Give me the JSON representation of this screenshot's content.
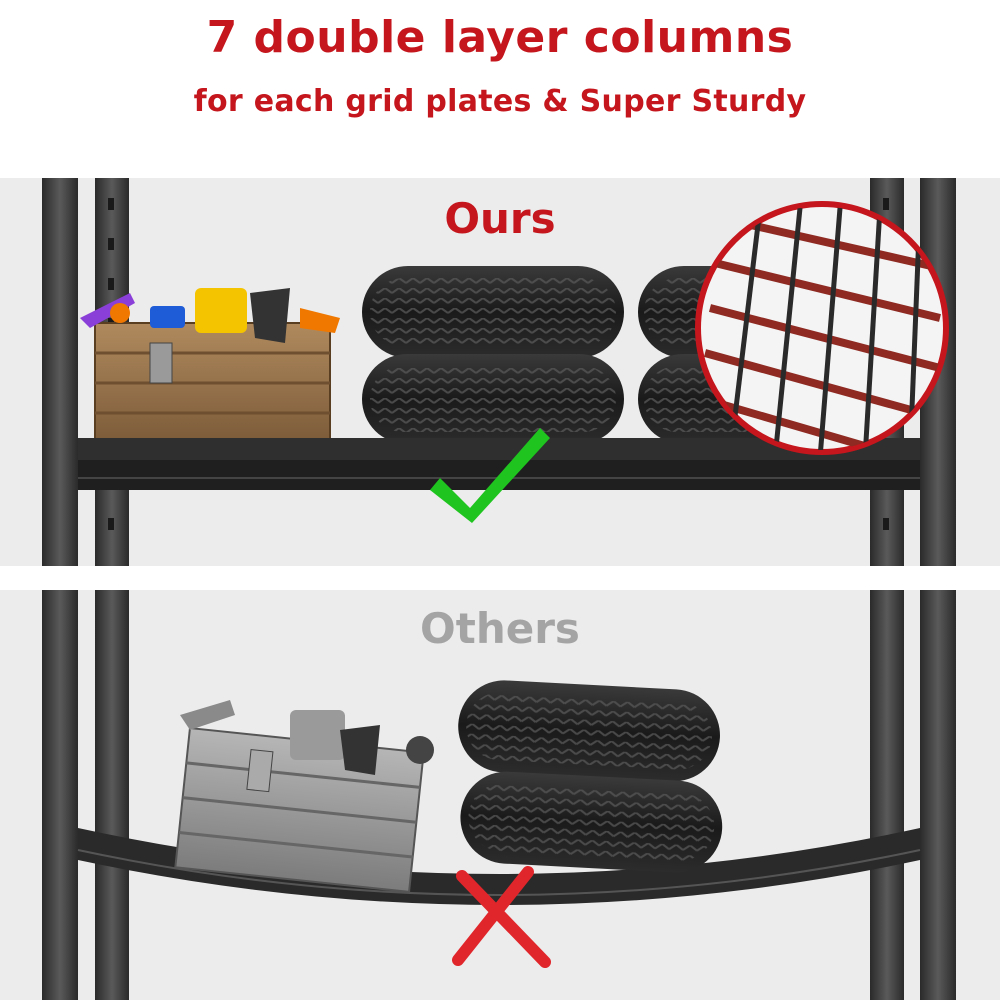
{
  "header": {
    "title": "7 double layer columns",
    "subtitle": "for each grid plates & Super Sturdy"
  },
  "ours": {
    "label": "Ours",
    "status_icon": "check-mark-icon",
    "colors": {
      "label": "#c4161c",
      "check": "#1fc41f"
    }
  },
  "others": {
    "label": "Others",
    "status_icon": "cross-mark-icon",
    "colors": {
      "label": "#a4a4a4",
      "cross": "#e0262b"
    }
  }
}
